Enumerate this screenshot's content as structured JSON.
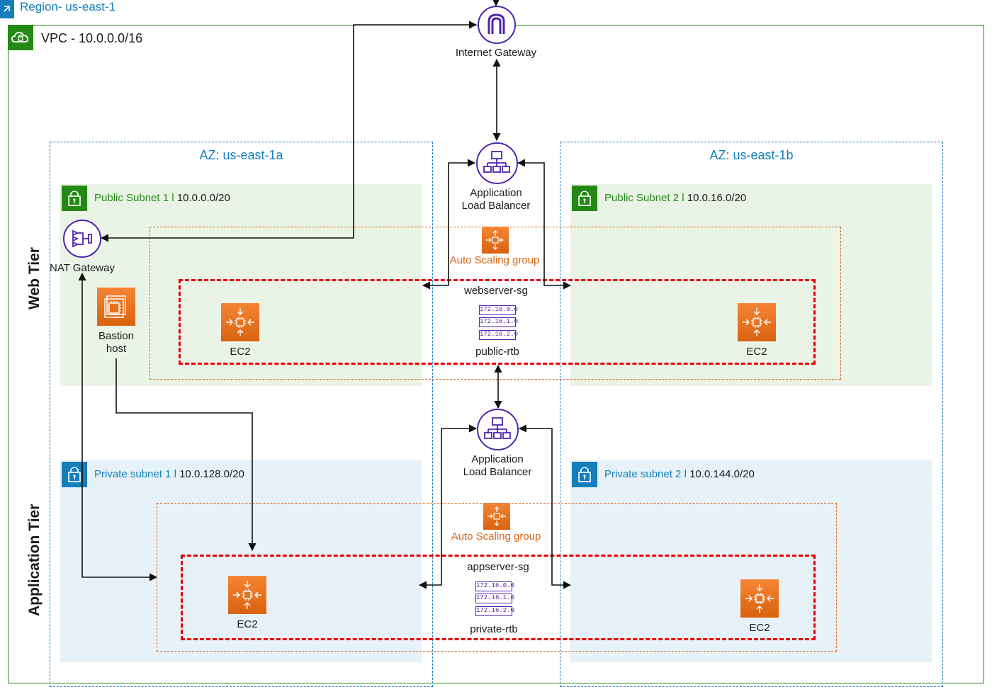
{
  "region": {
    "label": "Region- us-east-1"
  },
  "vpc": {
    "label": "VPC - 10.0.0.0/16"
  },
  "internet_gateway": {
    "label": "Internet Gateway"
  },
  "tiers": {
    "web": "Web Tier",
    "app": "Application Tier"
  },
  "azs": [
    {
      "label": "AZ: us-east-1a"
    },
    {
      "label": "AZ: us-east-1b"
    }
  ],
  "subnets": {
    "public_1": {
      "name": "Public Subnet 1",
      "sep": "l",
      "cidr": "10.0.0.0/20"
    },
    "public_2": {
      "name": "Public Subnet 2",
      "sep": "l",
      "cidr": "10.0.16.0/20"
    },
    "private_1": {
      "name": "Private subnet 1",
      "sep": "l",
      "cidr": "10.0.128.0/20"
    },
    "private_2": {
      "name": "Private subnet 2",
      "sep": "l",
      "cidr": "10.0.144.0/20"
    }
  },
  "nat_gateway": {
    "label": "NAT Gateway"
  },
  "bastion": {
    "line1": "Bastion",
    "line2": "host"
  },
  "web": {
    "alb": {
      "line1": "Application",
      "line2": "Load Balancer"
    },
    "asg": {
      "label": "Auto Scaling group"
    },
    "sg": {
      "label": "webserver-sg"
    },
    "rtb": {
      "label": "public-rtb",
      "routes": [
        "172.16.0.0",
        "172.16.1.0",
        "172.16.2.0"
      ]
    },
    "ec2_left": {
      "label": "EC2"
    },
    "ec2_right": {
      "label": "EC2"
    }
  },
  "app": {
    "alb": {
      "line1": "Application",
      "line2": "Load Balancer"
    },
    "asg": {
      "label": "Auto Scaling group"
    },
    "sg": {
      "label": "appserver-sg"
    },
    "rtb": {
      "label": "private-rtb",
      "routes": [
        "172.16.0.0",
        "172.16.1.0",
        "172.16.2.0"
      ]
    },
    "ec2_left": {
      "label": "EC2"
    },
    "ec2_right": {
      "label": "EC2"
    }
  },
  "colors": {
    "vpc": "#248814",
    "az": "#147EBA",
    "asg": "#D86613",
    "security_group": "#E60000",
    "service_purple": "#4D27AA",
    "public_subnet_bg": "#E9F3E6",
    "private_subnet_bg": "#E6F2F8"
  }
}
